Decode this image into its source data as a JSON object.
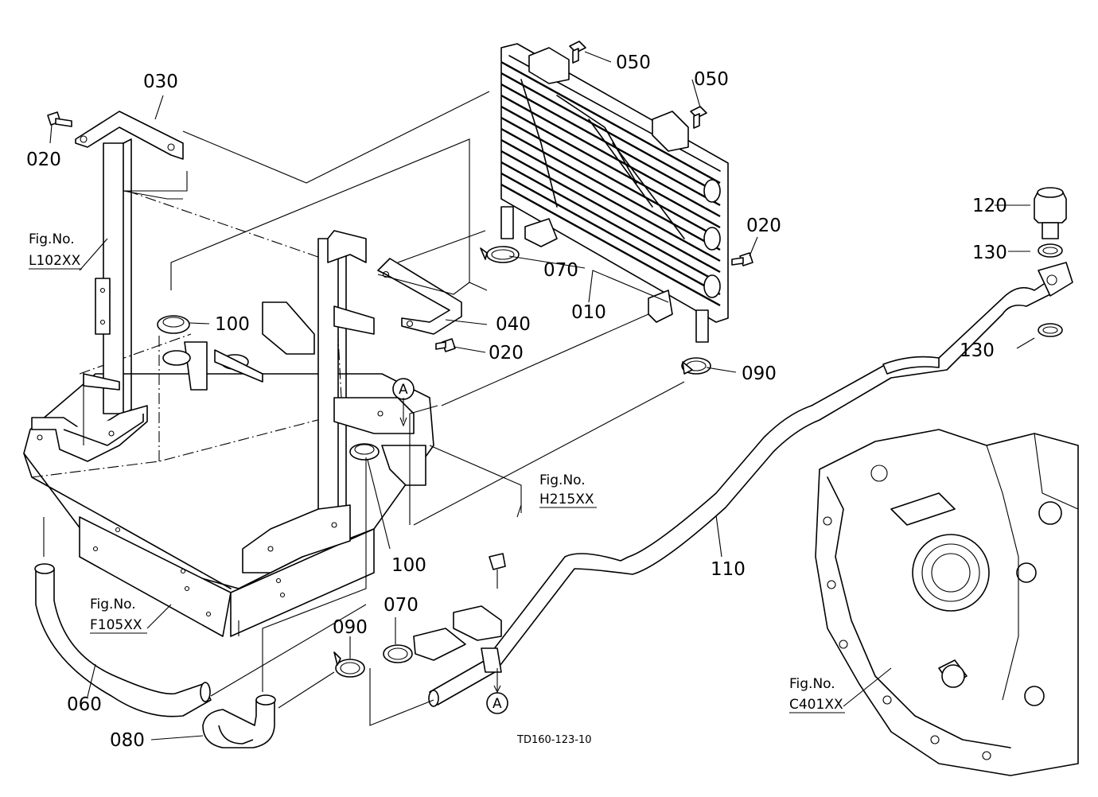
{
  "parts": [
    {
      "id": "p010",
      "text": "010"
    },
    {
      "id": "p020a",
      "text": "020"
    },
    {
      "id": "p020b",
      "text": "020"
    },
    {
      "id": "p020c",
      "text": "020"
    },
    {
      "id": "p030",
      "text": "030"
    },
    {
      "id": "p040",
      "text": "040"
    },
    {
      "id": "p050a",
      "text": "050"
    },
    {
      "id": "p050b",
      "text": "050"
    },
    {
      "id": "p060",
      "text": "060"
    },
    {
      "id": "p070a",
      "text": "070"
    },
    {
      "id": "p070b",
      "text": "070"
    },
    {
      "id": "p080",
      "text": "080"
    },
    {
      "id": "p090a",
      "text": "090"
    },
    {
      "id": "p090b",
      "text": "090"
    },
    {
      "id": "p100a",
      "text": "100"
    },
    {
      "id": "p100b",
      "text": "100"
    },
    {
      "id": "p110",
      "text": "110"
    },
    {
      "id": "p120",
      "text": "120"
    },
    {
      "id": "p130a",
      "text": "130"
    },
    {
      "id": "p130b",
      "text": "130"
    }
  ],
  "figure_refs": [
    {
      "id": "l102",
      "label": "Fig.No.",
      "code": "L102XX"
    },
    {
      "id": "h215",
      "label": "Fig.No.",
      "code": "H215XX"
    },
    {
      "id": "f105",
      "label": "Fig.No.",
      "code": "F105XX"
    },
    {
      "id": "c401",
      "label": "Fig.No.",
      "code": "C401XX"
    }
  ],
  "markers": {
    "a_top": "A",
    "a_bottom": "A"
  },
  "drawing_code": "TD160-123-10"
}
